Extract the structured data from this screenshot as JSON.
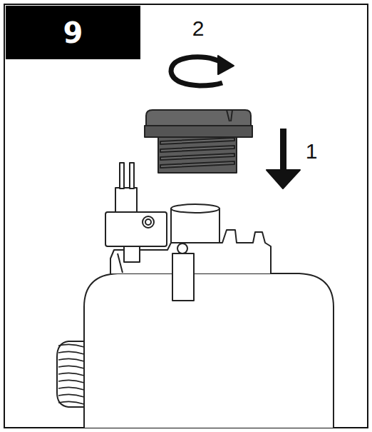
{
  "diagram": {
    "nodes": [
      {
        "text": [
          "9"
        ]
      }
    ],
    "labels": [
      "2",
      "1"
    ]
  }
}
